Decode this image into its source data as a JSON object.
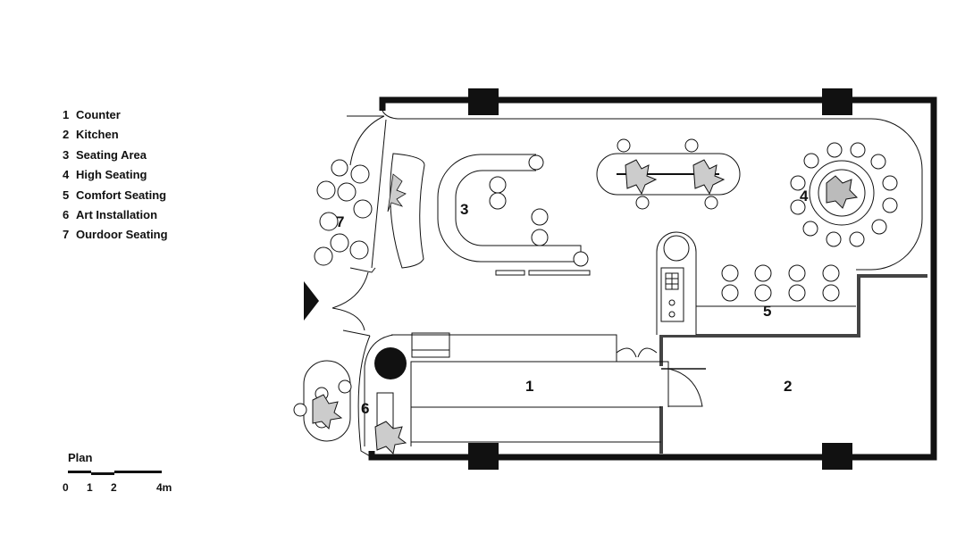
{
  "legend": [
    {
      "num": "1",
      "label": "Counter"
    },
    {
      "num": "2",
      "label": "Kitchen"
    },
    {
      "num": "3",
      "label": "Seating Area"
    },
    {
      "num": "4",
      "label": "High Seating"
    },
    {
      "num": "5",
      "label": "Comfort Seating"
    },
    {
      "num": "6",
      "label": "Art Installation"
    },
    {
      "num": "7",
      "label": "Ourdoor Seating"
    }
  ],
  "scale": {
    "title": "Plan",
    "ticks": [
      "0",
      "1",
      "2",
      "4m"
    ]
  },
  "zone_labels": [
    "1",
    "2",
    "3",
    "4",
    "5",
    "6",
    "7"
  ]
}
